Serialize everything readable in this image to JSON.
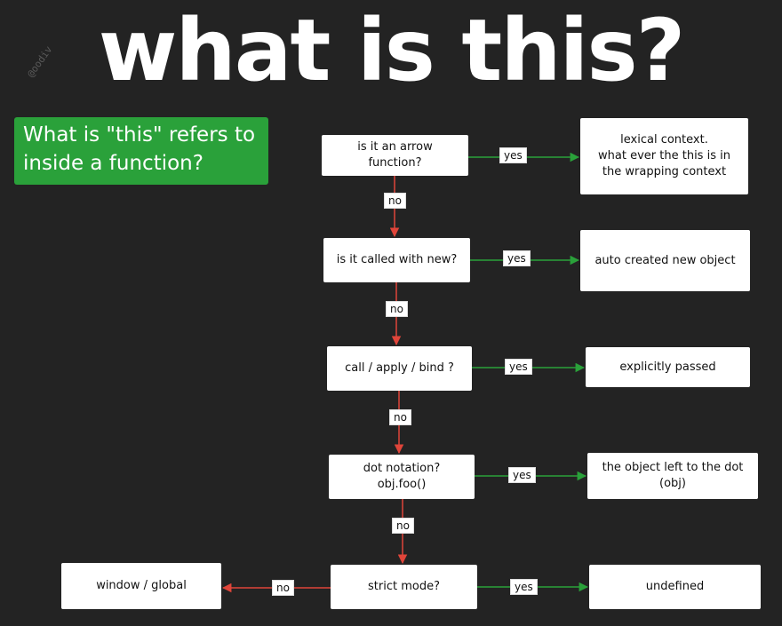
{
  "title": "what is this?",
  "watermark": "@oodiv",
  "question": "What is \"this\" refers to inside a function?",
  "colors": {
    "yes_arrow": "#2aa13a",
    "no_arrow": "#e0453a",
    "background": "#232323",
    "question_bg": "#2aa13a"
  },
  "steps": [
    {
      "question": "is it an arrow\nfunction?",
      "answer": "lexical context.\nwhat ever the this is in\nthe wrapping context"
    },
    {
      "question": "is it called with new?",
      "answer": "auto created new object"
    },
    {
      "question": "call / apply / bind ?",
      "answer": "explicitly passed"
    },
    {
      "question": "dot notation?\nobj.foo()",
      "answer": "the object left to the dot\n(obj)"
    },
    {
      "question": "strict mode?",
      "answer": "undefined"
    }
  ],
  "fallback": "window / global",
  "labels": {
    "yes": "yes",
    "no": "no"
  }
}
